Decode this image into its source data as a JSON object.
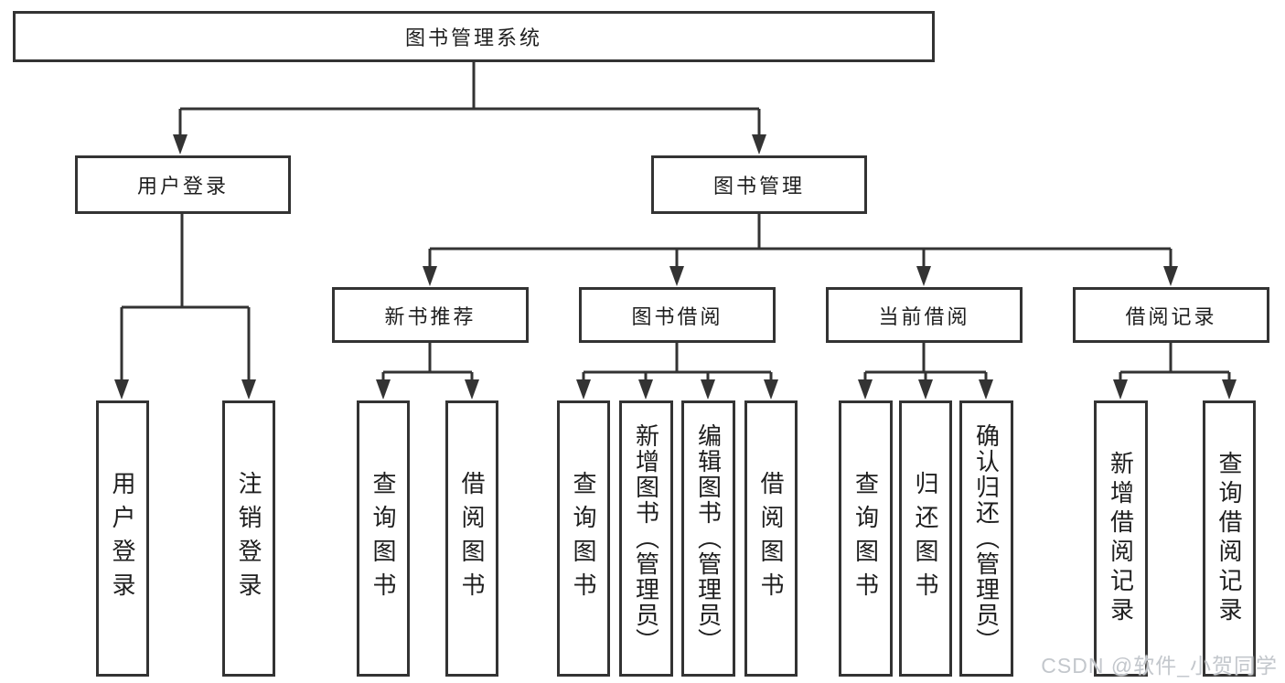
{
  "diagram": {
    "root": {
      "label": "图书管理系统"
    },
    "branches": [
      {
        "label": "用户登录",
        "children": [
          "用户登录",
          "注销登录"
        ]
      },
      {
        "label": "图书管理",
        "children": [
          {
            "label": "新书推荐",
            "children": [
              "查询图书",
              "借阅图书"
            ]
          },
          {
            "label": "图书借阅",
            "children": [
              "查询图书",
              "新增图书（管理员）",
              "编辑图书（管理员）",
              "借阅图书"
            ]
          },
          {
            "label": "当前借阅",
            "children": [
              "查询图书",
              "归还图书",
              "确认归还（管理员）"
            ]
          },
          {
            "label": "借阅记录",
            "children": [
              "新增借阅记录",
              "查询借阅记录"
            ]
          }
        ]
      }
    ],
    "watermark": "CSDN @软件_小贺同学",
    "colors": {
      "line": "#333333",
      "text": "#1e1e1e",
      "watermark": "#c3c7cc",
      "background": "#ffffff"
    }
  }
}
